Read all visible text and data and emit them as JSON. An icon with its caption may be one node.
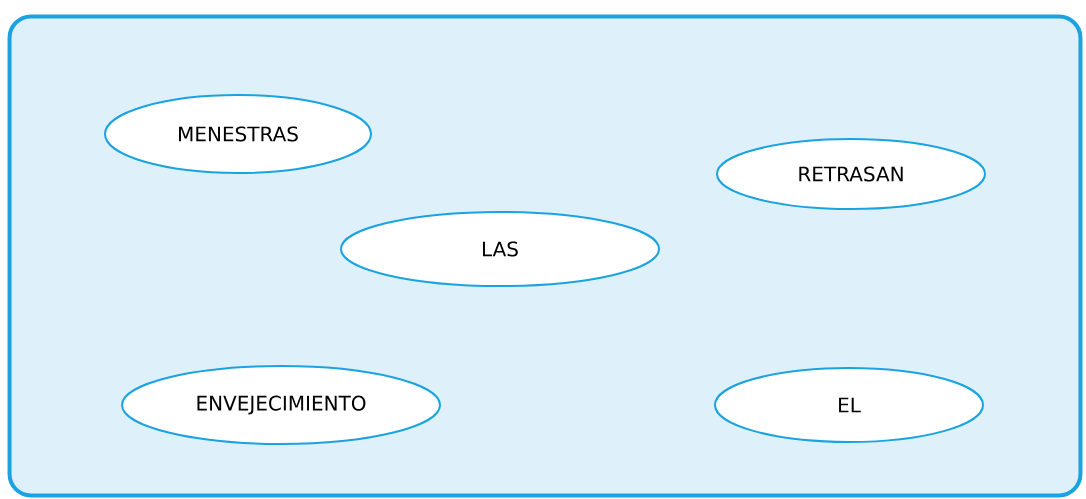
{
  "diagram": {
    "nodes": [
      {
        "text": [],
        "shape": "box"
      },
      {
        "text": [
          "MENESTRAS"
        ],
        "in": 0
      },
      {
        "text": [
          "RETRASAN"
        ],
        "in": 0
      },
      {
        "text": [
          "LAS"
        ],
        "in": 0
      },
      {
        "text": [
          "ENVEJECIMIENTO"
        ],
        "in": 0
      },
      {
        "text": [
          "EL"
        ],
        "in": 0
      }
    ]
  }
}
